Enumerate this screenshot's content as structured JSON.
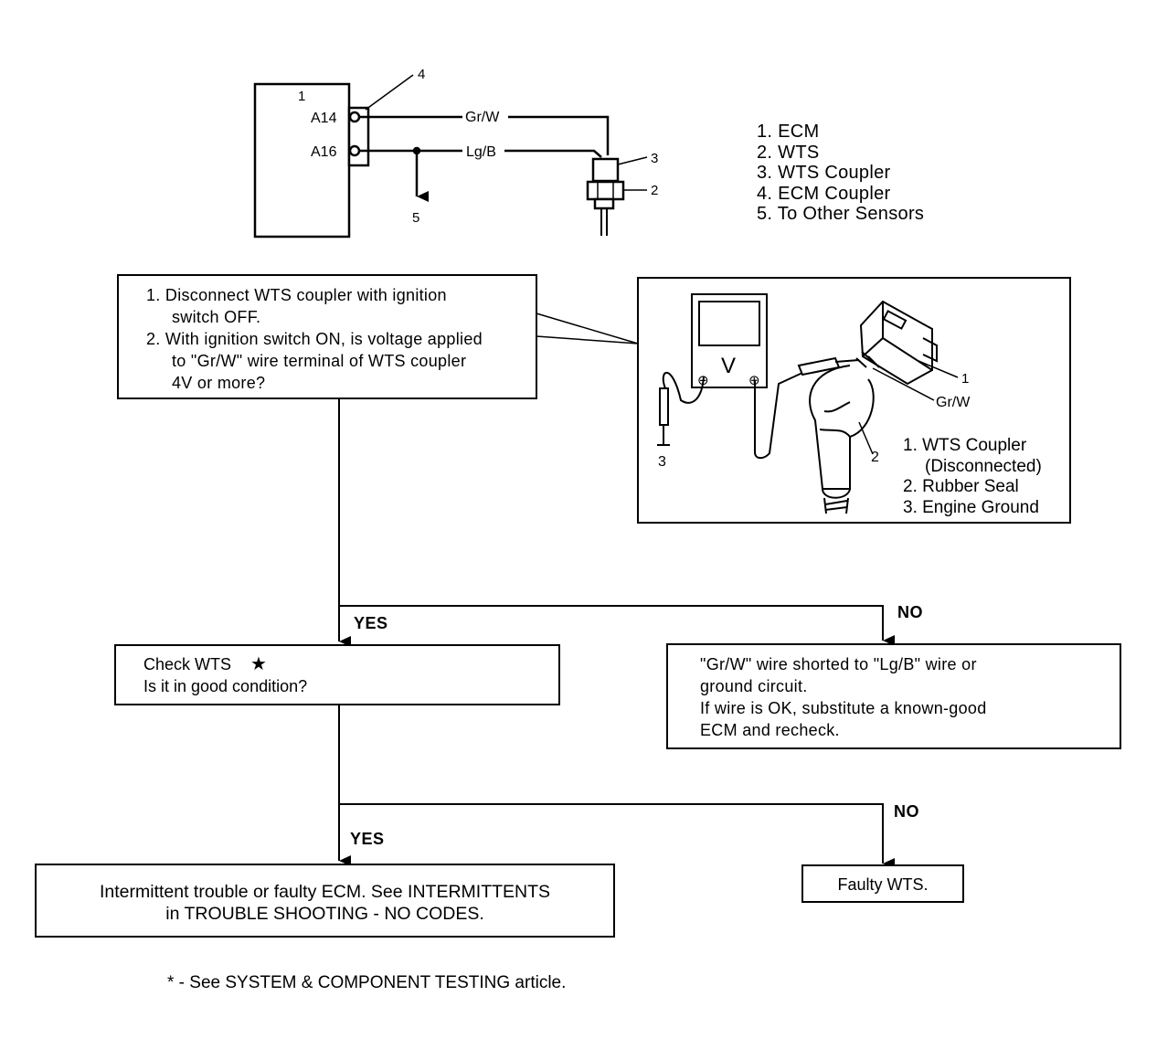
{
  "schematic": {
    "ecm_label": "1",
    "coupler_label": "4",
    "pin_a14": "A14",
    "pin_a16": "A16",
    "wire_gr_w": "Gr/W",
    "wire_lg_b": "Lg/B",
    "wts_coupler_label": "3",
    "wts_label": "2",
    "other_sensors_label": "5"
  },
  "legend_top": [
    "1. ECM",
    "2. WTS",
    "3. WTS Coupler",
    "4. ECM Coupler",
    "5. To Other Sensors"
  ],
  "step1": {
    "line1": "1. Disconnect  WTS  coupler  with  ignition",
    "line2": "switch OFF.",
    "line3": "2. With ignition switch ON, is voltage applied",
    "line4": "to  \"Gr/W\"  wire  terminal  of  WTS coupler",
    "line5": "4V or more?"
  },
  "illustration": {
    "meter_symbol": "V",
    "minus_symbol": "⊖",
    "plus_symbol": "⊕",
    "callout_1": "1",
    "callout_wire": "Gr/W",
    "callout_2": "2",
    "callout_3": "3",
    "legend_line1": "1. WTS Coupler",
    "legend_line2": "(Disconnected)",
    "legend_line3": "2. Rubber Seal",
    "legend_line4": "3. Engine Ground"
  },
  "branch1": {
    "yes": "YES",
    "no": "NO"
  },
  "step2": {
    "line1": "Check WTS",
    "star": "★",
    "line2": "Is it in good condition?"
  },
  "no_result1": {
    "line1": "\"Gr/W\"  wire  shorted  to  \"Lg/B\"  wire  or",
    "line2": "ground circuit.",
    "line3": "If  wire  is  OK,  substitute  a  known-good",
    "line4": "ECM and recheck."
  },
  "branch2": {
    "yes": "YES",
    "no": "NO"
  },
  "yes_result2": {
    "line1": "Intermittent trouble or faulty ECM. See INTERMITTENTS",
    "line2": "in TROUBLE SHOOTING - NO CODES."
  },
  "no_result2": {
    "text": "Faulty WTS."
  },
  "footnote": "*  -  See SYSTEM & COMPONENT TESTING article."
}
